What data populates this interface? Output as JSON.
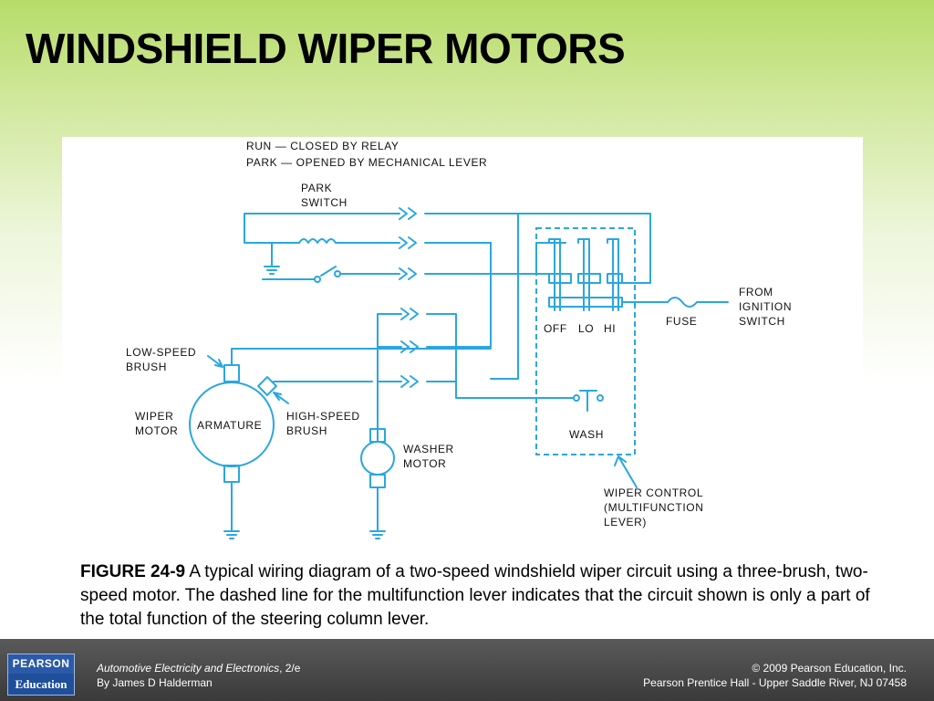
{
  "slide": {
    "title": "WINDSHIELD WIPER MOTORS"
  },
  "diagram": {
    "labels": {
      "run": "RUN — CLOSED BY RELAY",
      "park": "PARK — OPENED BY MECHANICAL LEVER",
      "park_switch_1": "PARK",
      "park_switch_2": "SWITCH",
      "low_speed_1": "LOW-SPEED",
      "low_speed_2": "BRUSH",
      "wiper_motor_1": "WIPER",
      "wiper_motor_2": "MOTOR",
      "armature": "ARMATURE",
      "high_speed_1": "HIGH-SPEED",
      "high_speed_2": "BRUSH",
      "washer_motor_1": "WASHER",
      "washer_motor_2": "MOTOR",
      "off": "OFF",
      "lo": "LO",
      "hi": "HI",
      "fuse": "FUSE",
      "from_1": "FROM",
      "from_2": "IGNITION",
      "from_3": "SWITCH",
      "wash": "WASH",
      "control_1": "WIPER CONTROL",
      "control_2": "(MULTIFUNCTION",
      "control_3": "LEVER)"
    },
    "colors": {
      "wire": "#2aa7df",
      "text": "#111111"
    }
  },
  "caption": {
    "figure_number": "FIGURE 24-9",
    "text": " A typical wiring diagram of a two-speed windshield wiper circuit using a three-brush, two-speed motor. The dashed line for the multifunction lever indicates that the circuit shown is only a part of the total function of the steering column lever."
  },
  "footer": {
    "logo_top": "PEARSON",
    "logo_bottom": "Education",
    "book_title": "Automotive Electricity and Electronics",
    "edition": ", 2/e",
    "author": "By James D Halderman",
    "copyright": "© 2009 Pearson Education, Inc.",
    "publisher": "Pearson Prentice Hall - Upper Saddle River, NJ 07458"
  }
}
